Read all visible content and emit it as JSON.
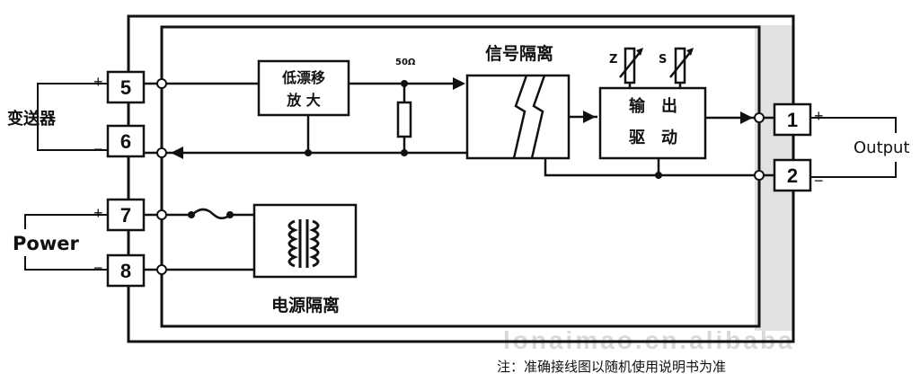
{
  "diagram": {
    "transmitter_label": "变送器",
    "power_label": "Power",
    "output_label": "Output",
    "amplifier_label": [
      "低漂移",
      "放 大"
    ],
    "resistor_label": "50Ω",
    "isolation_label": "信号隔离",
    "output_drive_label": [
      "输　出",
      "驱　动"
    ],
    "pot_labels": [
      "Z",
      "S"
    ],
    "power_isolation_label": "电源隔离",
    "terminals": {
      "t5": "5",
      "t6": "6",
      "t7": "7",
      "t8": "8",
      "t1": "1",
      "t2": "2"
    },
    "signs": {
      "t5": "+",
      "t6": "−",
      "t7": "+",
      "t8": "−",
      "t1": "+",
      "t2": "−"
    }
  },
  "watermark": "lonaimao.cn.alibaba",
  "note": "注：准确接线图以随机使用说明书为准"
}
